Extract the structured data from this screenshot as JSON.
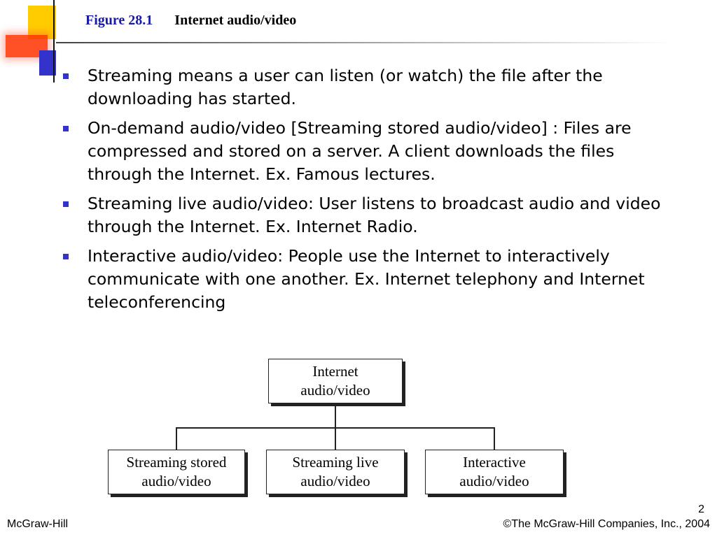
{
  "header": {
    "figure_label": "Figure 28.1",
    "figure_title": "Internet audio/video"
  },
  "bullets": [
    "Streaming means a user can listen (or watch) the file after the downloading has started.",
    "On-demand audio/video [Streaming stored audio/video] : Files are compressed and stored on a server. A client downloads the files through the Internet. Ex. Famous lectures.",
    "Streaming live audio/video: User listens to broadcast audio and video through the Internet. Ex. Internet Radio.",
    "Interactive audio/video: People use the Internet to interactively communicate with one another. Ex. Internet telephony and Internet teleconferencing"
  ],
  "diagram": {
    "root": [
      "Internet",
      "audio/video"
    ],
    "children": [
      [
        "Streaming stored",
        "audio/video"
      ],
      [
        "Streaming live",
        "audio/video"
      ],
      [
        "Interactive",
        "audio/video"
      ]
    ]
  },
  "footer": {
    "left": "McGraw-Hill",
    "right": "©The McGraw-Hill Companies, Inc., 2004",
    "page_number": "2"
  },
  "colors": {
    "figure_label": "#1a1aa8",
    "bullet": "#3333cc",
    "deco_yellow": "#ffcc00",
    "deco_red": "#ff3300",
    "deco_blue": "#3333cc"
  }
}
